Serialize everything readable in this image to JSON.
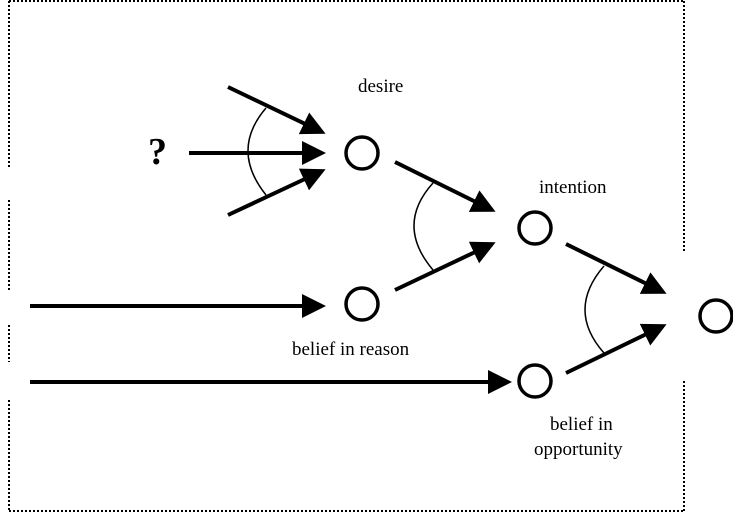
{
  "diagram": {
    "title": "",
    "nodes": [
      {
        "id": "desire",
        "label": "desire"
      },
      {
        "id": "intention",
        "label": "intention"
      },
      {
        "id": "belief_reason",
        "label": "belief in reason"
      },
      {
        "id": "belief_opportunity",
        "label": "belief in opportunity",
        "label_lines": [
          "belief in",
          "opportunity"
        ]
      },
      {
        "id": "action",
        "label": ""
      }
    ],
    "unknown_source_label": "?",
    "edges": [
      {
        "from": "unknown-upper",
        "to": "desire"
      },
      {
        "from": "?",
        "to": "desire"
      },
      {
        "from": "unknown-lower",
        "to": "desire"
      },
      {
        "from": "external",
        "to": "belief_reason"
      },
      {
        "from": "external",
        "to": "belief_opportunity"
      },
      {
        "from": "desire",
        "to": "intention"
      },
      {
        "from": "belief_reason",
        "to": "intention"
      },
      {
        "from": "intention",
        "to": "action"
      },
      {
        "from": "belief_opportunity",
        "to": "action"
      }
    ],
    "conjunctions": [
      {
        "target": "desire",
        "joins": 3
      },
      {
        "target": "intention",
        "joins": 2
      },
      {
        "target": "action",
        "joins": 2
      }
    ],
    "boundary": "dotted"
  }
}
